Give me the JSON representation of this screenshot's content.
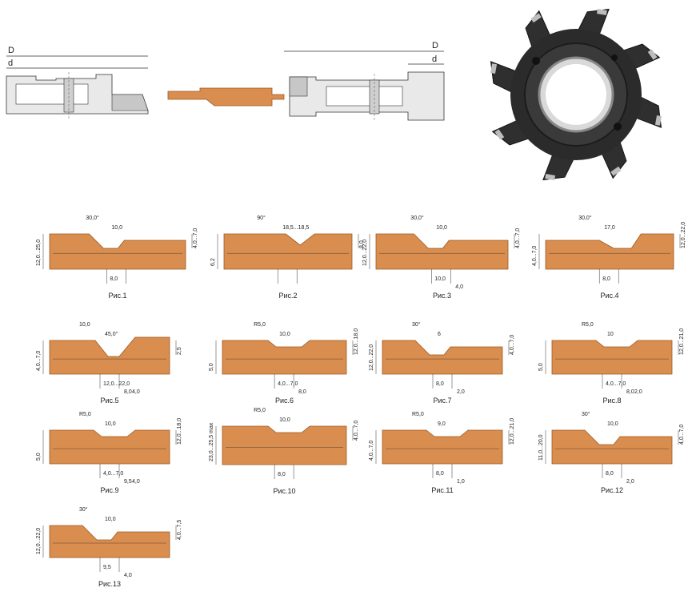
{
  "header": {
    "left_D": "D",
    "left_d": "d",
    "right_D": "D",
    "right_d": "d"
  },
  "colors": {
    "wood": "#d98d4e",
    "wood_edge": "#9a5a25",
    "line": "#333333",
    "metal": "#c8c8c8",
    "cutter": "#2b2b2b"
  },
  "figures": [
    {
      "caption": "Рис.1",
      "labels": [
        "30,0°",
        "10,0",
        "12,0...25,0",
        "4,0...7,0",
        "8,0"
      ]
    },
    {
      "caption": "Рис.2",
      "labels": [
        "90°",
        "18,5...18,5",
        "6,2",
        "8,0"
      ]
    },
    {
      "caption": "Рис.3",
      "labels": [
        "30,0°",
        "10,0",
        "12,0...22,0",
        "4,0...7,0",
        "10,0",
        "4,0"
      ]
    },
    {
      "caption": "Рис.4",
      "labels": [
        "30,0°",
        "17,0",
        "4,0...7,0",
        "12,0...22,0",
        "8,0"
      ]
    },
    {
      "caption": "Рис.5",
      "labels": [
        "10,0",
        "45,0°",
        "4,0...7,0",
        "2,5",
        "12,0...22,0",
        "8,0",
        "4,0"
      ]
    },
    {
      "caption": "Рис.6",
      "labels": [
        "R5,0",
        "10,0",
        "5,0",
        "12,0...18,0",
        "4,0...7,0",
        "8,0"
      ]
    },
    {
      "caption": "Рис.7",
      "labels": [
        "30°",
        "6",
        "12,0...22,0",
        "4,0...7,0",
        "8,0",
        "2,0"
      ]
    },
    {
      "caption": "Рис.8",
      "labels": [
        "R5,0",
        "10",
        "5,0",
        "12,0...21,0",
        "4,0...7,0",
        "8,0",
        "2,0"
      ]
    },
    {
      "caption": "Рис.9",
      "labels": [
        "R5,0",
        "10,0",
        "5,0",
        "12,0...18,0",
        "4,0...7,0",
        "9,5",
        "4,0"
      ]
    },
    {
      "caption": "Рис.10",
      "labels": [
        "R5,0",
        "10,0",
        "23,0...25,5 max",
        "4,0...7,0",
        "8,0"
      ]
    },
    {
      "caption": "Рис.11",
      "labels": [
        "R5,0",
        "9,0",
        "4,0...7,0",
        "12,0...21,0",
        "8,0",
        "1,0"
      ]
    },
    {
      "caption": "Рис.12",
      "labels": [
        "30°",
        "10,0",
        "11,0...20,0",
        "4,0...7,0",
        "8,0",
        "2,0"
      ]
    },
    {
      "caption": "Рис.13",
      "labels": [
        "30°",
        "10,0",
        "12,0...22,0",
        "4,0...7,5",
        "9,5",
        "4,0"
      ]
    }
  ]
}
